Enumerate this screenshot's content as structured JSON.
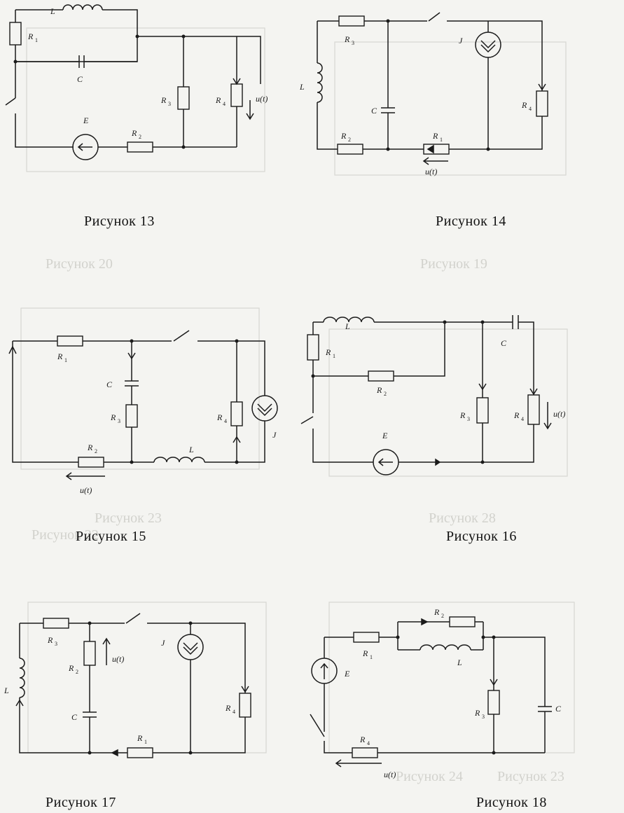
{
  "figures": [
    {
      "id": 13,
      "caption": "Рисунок 13",
      "labels": {
        "L": "L",
        "R1": "R",
        "R1_sub": "1",
        "C": "C",
        "R3": "R",
        "R3_sub": "3",
        "R4": "R",
        "R4_sub": "4",
        "u": "u(t)",
        "E": "E",
        "R2": "R",
        "R2_sub": "2"
      }
    },
    {
      "id": 14,
      "caption": "Рисунок 14",
      "labels": {
        "R3": "R",
        "R3_sub": "3",
        "J": "J",
        "L": "L",
        "C": "C",
        "R4": "R",
        "R4_sub": "4",
        "R2": "R",
        "R2_sub": "2",
        "R1": "R",
        "R1_sub": "1",
        "u": "u(t)"
      }
    },
    {
      "id": 15,
      "caption": "Рисунок 15",
      "labels": {
        "R1": "R",
        "R1_sub": "1",
        "C": "C",
        "R3": "R",
        "R3_sub": "3",
        "R4": "R",
        "R4_sub": "4",
        "J": "J",
        "R2": "R",
        "R2_sub": "2",
        "L": "L",
        "u": "u(t)"
      }
    },
    {
      "id": 16,
      "caption": "Рисунок 16",
      "labels": {
        "L": "L",
        "R1": "R",
        "R1_sub": "1",
        "C": "C",
        "R2": "R",
        "R2_sub": "2",
        "R3": "R",
        "R3_sub": "3",
        "R4": "R",
        "R4_sub": "4",
        "u": "u(t)",
        "E": "E"
      }
    },
    {
      "id": 17,
      "caption": "Рисунок 17",
      "labels": {
        "R3": "R",
        "R3_sub": "3",
        "R2": "R",
        "R2_sub": "2",
        "u": "u(t)",
        "J": "J",
        "L": "L",
        "C": "C",
        "R4": "R",
        "R4_sub": "4",
        "R1": "R",
        "R1_sub": "1"
      }
    },
    {
      "id": 18,
      "caption": "Рисунок 18",
      "labels": {
        "R2": "R",
        "R2_sub": "2",
        "R1": "R",
        "R1_sub": "1",
        "L": "L",
        "E": "E",
        "R3": "R",
        "R3_sub": "3",
        "C": "C",
        "R4": "R",
        "R4_sub": "4",
        "u": "u(t)"
      }
    }
  ],
  "background_text": [
    "Рисунок 20",
    "Рисунок 19",
    "Рисунок 23",
    "Рисунок 28",
    "Рисунок 24",
    "Рисунок 22",
    "Рисунок 23"
  ]
}
